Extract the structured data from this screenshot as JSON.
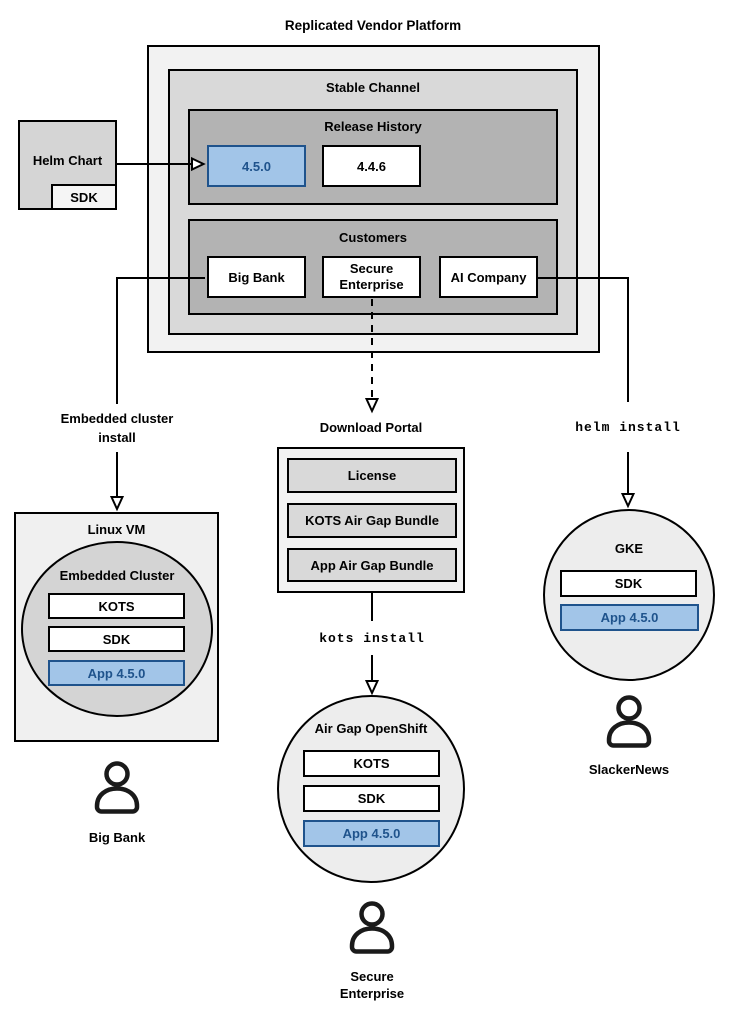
{
  "title": "Replicated Vendor Platform",
  "platform": {
    "channel": "Stable Channel",
    "release_history": {
      "title": "Release History",
      "releases": [
        "4.5.0",
        "4.4.6"
      ]
    },
    "customers": {
      "title": "Customers",
      "items": [
        "Big Bank",
        "Secure Enterprise",
        "AI Company"
      ]
    }
  },
  "helm_chart": {
    "label": "Helm Chart",
    "sdk": "SDK"
  },
  "connectors": {
    "embedded_install": "Embedded cluster install",
    "download_portal": "Download Portal",
    "helm_install": "helm install",
    "kots_install": "kots install"
  },
  "download_portal": {
    "items": [
      "License",
      "KOTS Air Gap Bundle",
      "App Air Gap Bundle"
    ]
  },
  "deployments": {
    "linux_vm": {
      "title": "Linux VM",
      "cluster": "Embedded Cluster",
      "stack": [
        "KOTS",
        "SDK"
      ],
      "app": "App 4.5.0",
      "user": "Big Bank"
    },
    "openshift": {
      "title": "Air Gap OpenShift",
      "stack": [
        "KOTS",
        "SDK"
      ],
      "app": "App 4.5.0",
      "user": "Secure Enterprise"
    },
    "gke": {
      "title": "GKE",
      "stack": [
        "SDK"
      ],
      "app": "App 4.5.0",
      "user": "SlackerNews"
    }
  },
  "colors": {
    "highlight_fill": "#a2c5e8",
    "highlight_stroke": "#1f538c",
    "gray_light": "#f2f2f2",
    "gray_mid": "#d9d9d9",
    "gray_dark": "#b3b3b3",
    "line": "#000000"
  }
}
